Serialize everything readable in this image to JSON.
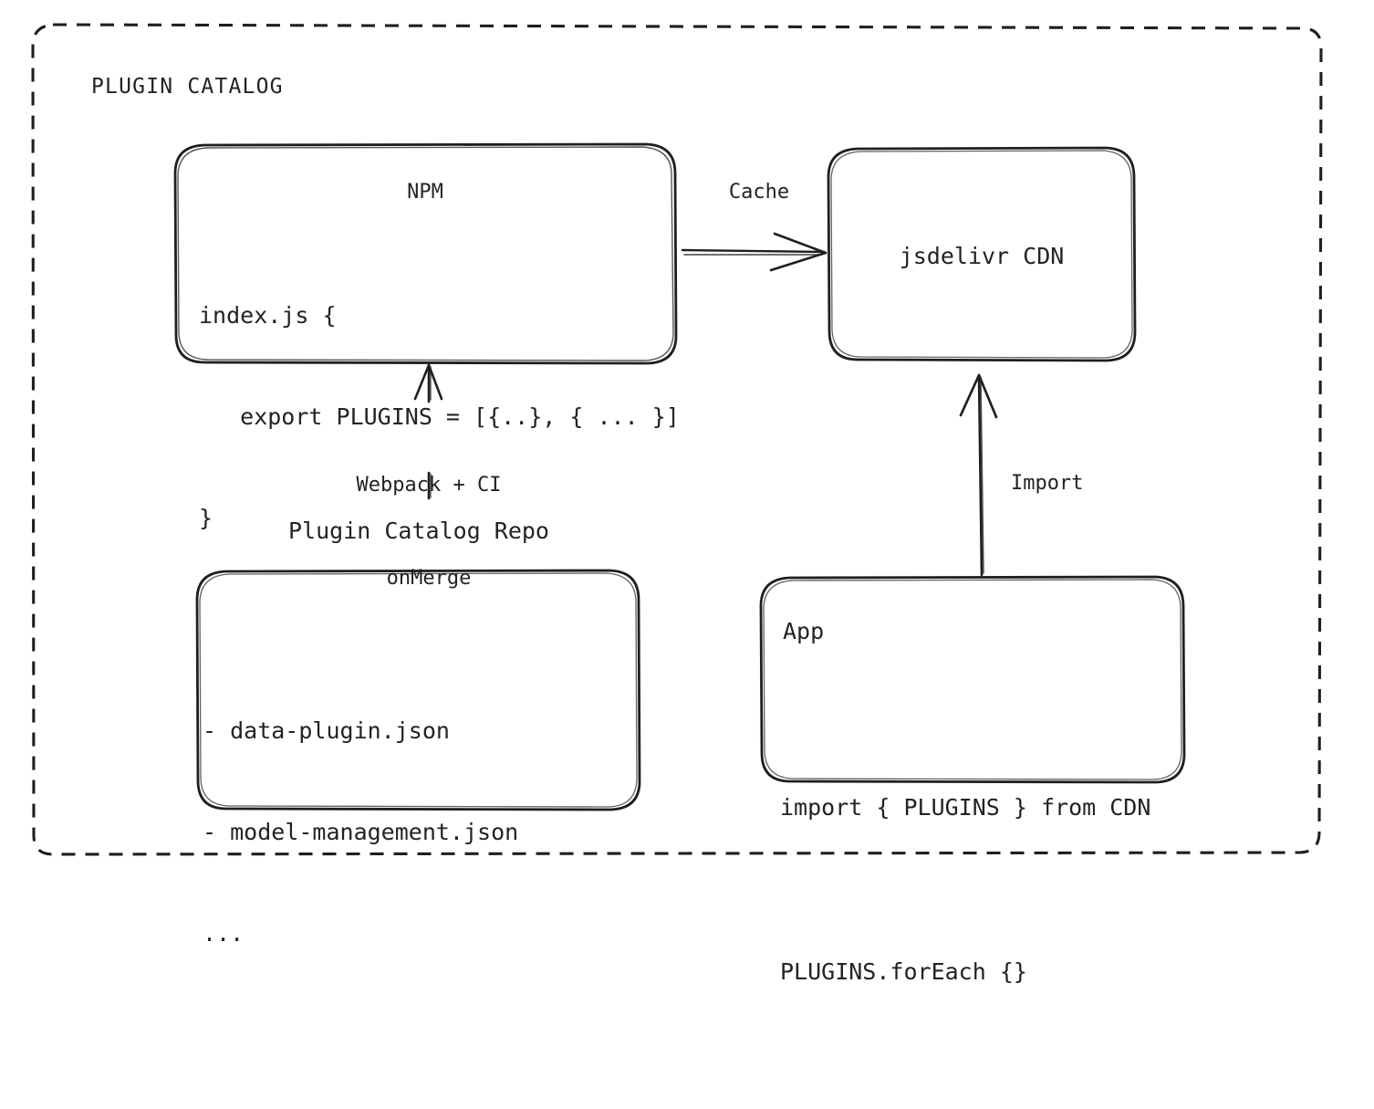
{
  "diagram": {
    "group_label": "PLUGIN CATALOG",
    "nodes": {
      "npm": {
        "title": "NPM",
        "code_lines": [
          "index.js {",
          "   export PLUGINS = [{..}, { ... }]",
          "}"
        ]
      },
      "cdn": {
        "title": "jsdelivr CDN"
      },
      "repo": {
        "label": "Plugin Catalog Repo",
        "code_lines": [
          "- data-plugin.json",
          "- model-management.json",
          "..."
        ]
      },
      "app": {
        "title": "App",
        "code_lines": [
          "import { PLUGINS } from CDN",
          "PLUGINS.forEach {}"
        ]
      }
    },
    "edges": {
      "cache": {
        "label": "Cache"
      },
      "build": {
        "label_line1": "Webpack + CI",
        "label_line2": "onMerge"
      },
      "import": {
        "label": "Import"
      }
    },
    "colors": {
      "stroke": "#1f1f1f",
      "text": "#232323",
      "background": "#ffffff"
    }
  }
}
